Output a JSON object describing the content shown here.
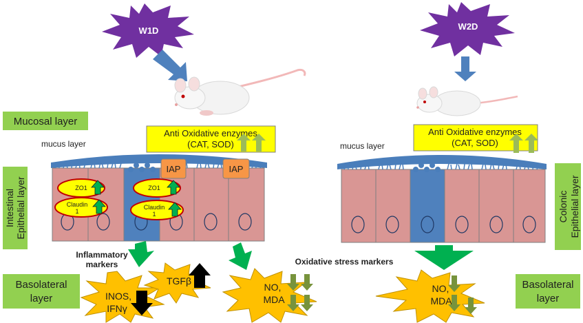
{
  "treatments": {
    "left": "W1D",
    "right": "W2D"
  },
  "layers": {
    "mucosal": "Mucosal layer",
    "mucus_left": "mucus layer",
    "mucus_right": "mucus  layer",
    "intestinal_line1": "Intestinal",
    "intestinal_line2": "Epithelial layer",
    "colonic_line1": "Colonic",
    "colonic_line2": "Epithelial layer",
    "basolateral_left_line1": "Basolateral",
    "basolateral_left_line2": "layer",
    "basolateral_right_line1": "Basolateral",
    "basolateral_right_line2": "layer"
  },
  "enzymes": {
    "left_line1": "Anti Oxidative enzymes",
    "left_line2": "(CAT, SOD)",
    "right_line1": "Anti Oxidative enzymes",
    "right_line2": "(CAT, SOD)"
  },
  "proteins": {
    "zo1_a": "ZO1",
    "zo1_b": "ZO1",
    "claudin_a_line1": "Claudin",
    "claudin_a_line2": "1",
    "claudin_b_line1": "Claudin",
    "claudin_b_line2": "1",
    "iap_a": "IAP",
    "iap_b": "IAP"
  },
  "markers": {
    "inflammatory_line1": "Inflammatory",
    "inflammatory_line2": "markers",
    "oxidative": "Oxidative stress markers",
    "inos": "INOS,",
    "ifn": "IFNγ",
    "tgf": "TGFβ",
    "no_left": "NO,",
    "mda_left": "MDA",
    "no_right": "NO,",
    "mda_right": "MDA"
  },
  "colors": {
    "label_green": "#92d050",
    "enzyme_yellow": "#ffff00",
    "cell_pink": "#d99694",
    "cell_blue": "#4f81bd",
    "mucus_blue": "#4a7ebb",
    "iap_orange": "#f79646",
    "burst_purple": "#7030a0",
    "burst_yellow": "#ffc000",
    "arrow_green": "#00b050",
    "arrow_olive": "#77933c",
    "arrow_light": "#9bbb59",
    "arrow_blue": "#4f81bd"
  }
}
